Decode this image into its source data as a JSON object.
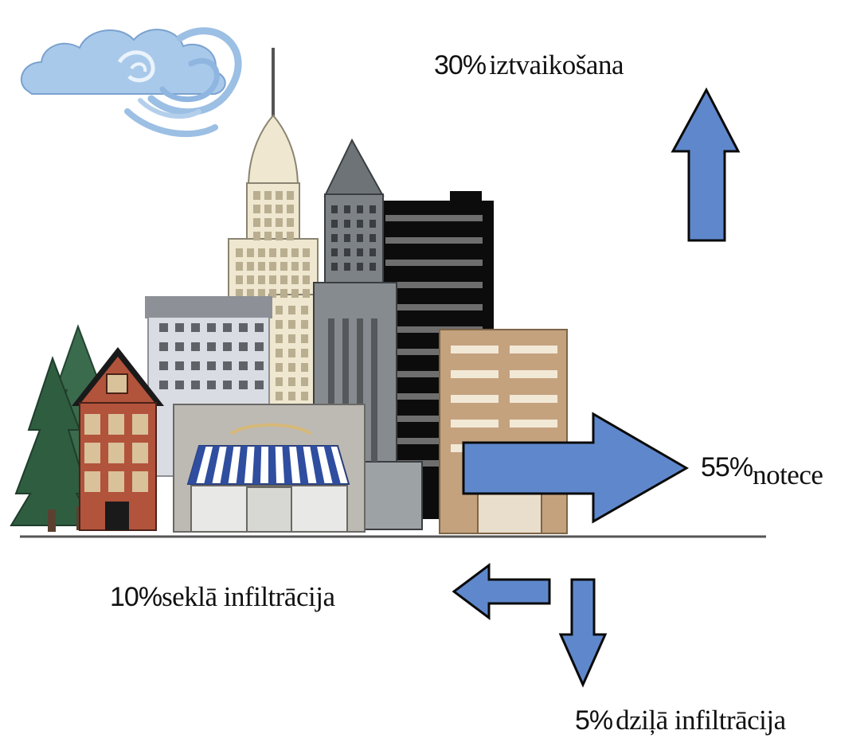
{
  "flows": {
    "evaporation": {
      "percent": "30%",
      "label": "iztvaikošana"
    },
    "runoff": {
      "percent": "55%",
      "label": "notece"
    },
    "shallow_infiltration": {
      "percent": "10%",
      "label": "seklā infiltrācija"
    },
    "deep_infiltration": {
      "percent": "5%",
      "label": "dziļā infiltrācija"
    }
  },
  "colors": {
    "arrow_fill": "#5f88cc",
    "arrow_outline": "#0a0a0a",
    "ground_line": "#555555",
    "sky_cloud": "#a9c9ea"
  },
  "icons": [
    "cloud-icon",
    "city-skyline-icon",
    "tree-icon",
    "house-icon",
    "store-awning-icon"
  ]
}
